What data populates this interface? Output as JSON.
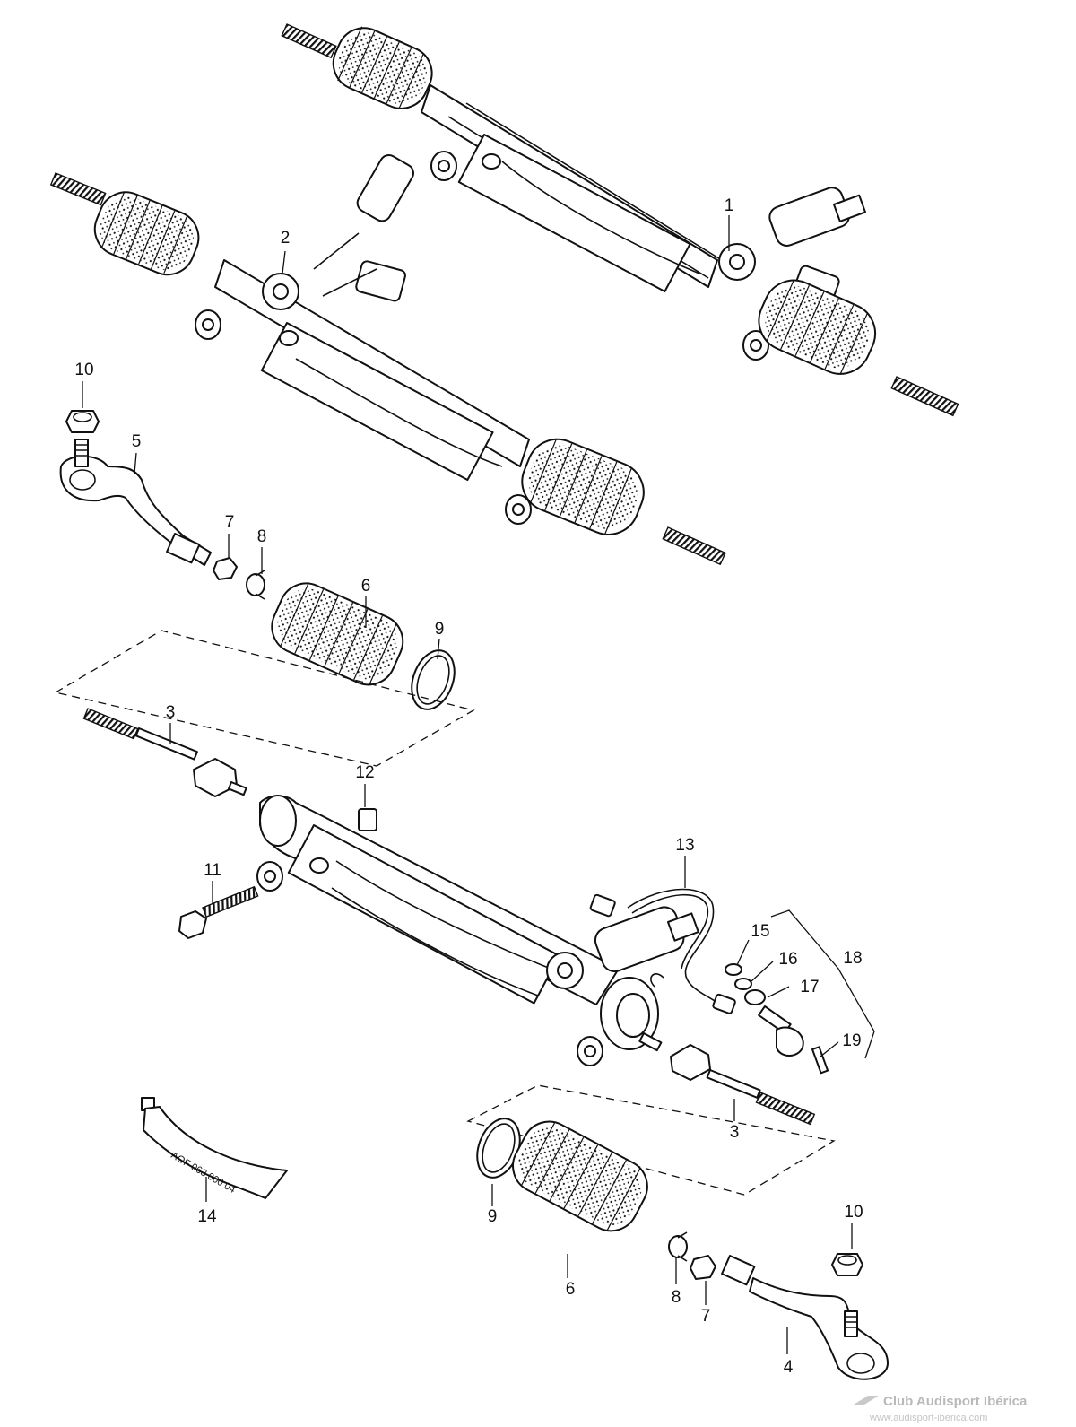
{
  "callouts": {
    "c1": "1",
    "c2": "2",
    "c3a": "3",
    "c3b": "3",
    "c4": "4",
    "c5": "5",
    "c6a": "6",
    "c6b": "6",
    "c7a": "7",
    "c7b": "7",
    "c8a": "8",
    "c8b": "8",
    "c9a": "9",
    "c9b": "9",
    "c10a": "10",
    "c10b": "10",
    "c11": "11",
    "c12": "12",
    "c13": "13",
    "c14": "14",
    "c15": "15",
    "c16": "16",
    "c17": "17",
    "c18": "18",
    "c19": "19"
  },
  "grease_tube_label": "AOF 063 000 04",
  "watermark": {
    "name": "Club Audisport Ibérica",
    "url": "www.audisport-iberica.com"
  }
}
